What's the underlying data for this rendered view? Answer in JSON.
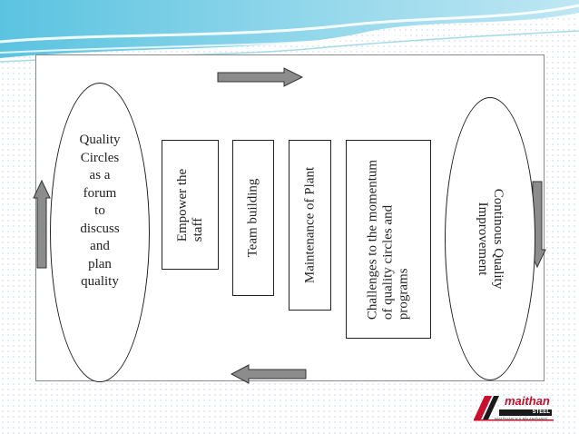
{
  "diagram": {
    "left_ellipse_lines": [
      "Quality",
      "Circles",
      "as a",
      "forum",
      "to",
      "discuss",
      "and",
      "plan",
      "quality"
    ],
    "box_1_lines": [
      "Empower the",
      "staff"
    ],
    "box_2_lines": [
      "Team building"
    ],
    "box_3_lines": [
      "Maintenance of  Plant"
    ],
    "box_4_lines": [
      "Challenges to the momentum",
      "of quality circles and",
      "programs"
    ],
    "right_ellipse_lines": [
      "Continous Quality",
      "Improvement"
    ]
  },
  "logo": {
    "name": "maithan",
    "sub": "STEEL",
    "tagline": "MAITHAN KA MAANDAND"
  },
  "colors": {
    "arrow_fill": "#8c8c8c",
    "logo_red": "#c8102e"
  }
}
